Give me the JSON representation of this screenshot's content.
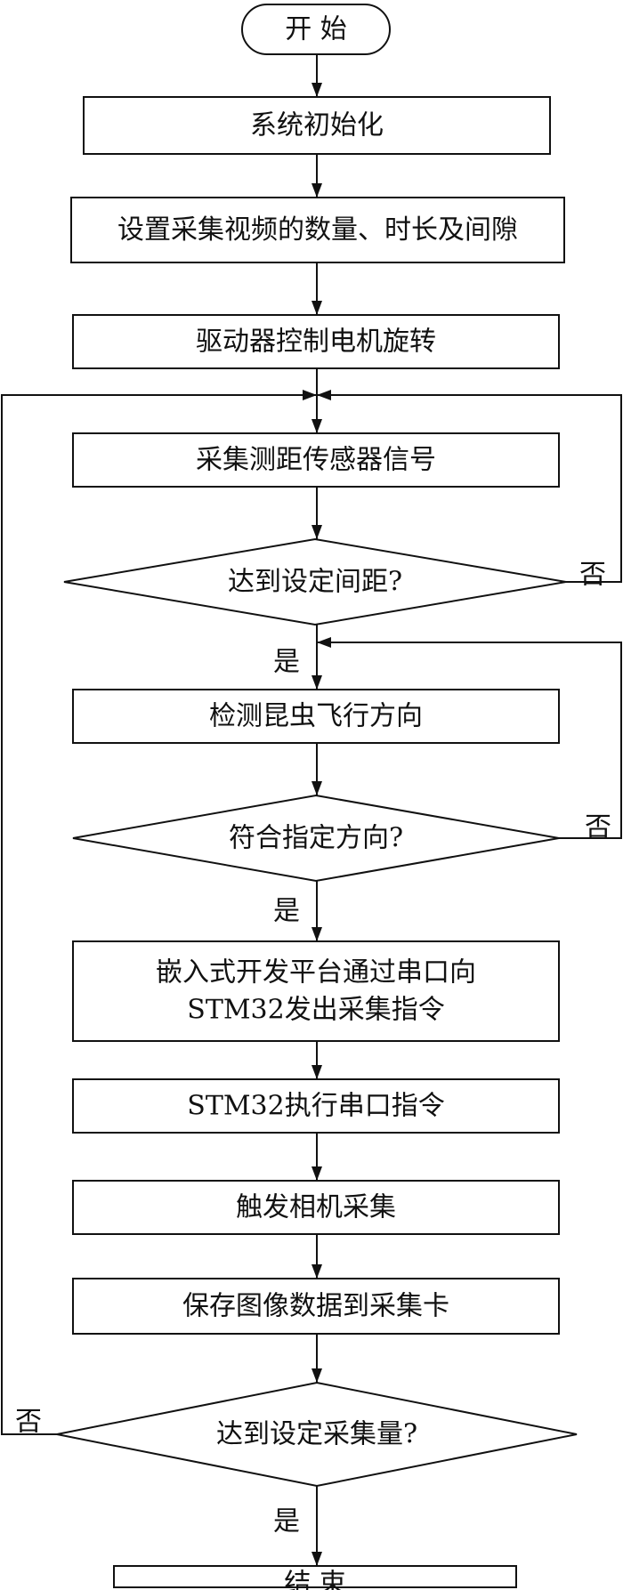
{
  "diagram": {
    "nodes": [
      {
        "id": "start",
        "type": "terminal",
        "lines": [
          "开 始"
        ]
      },
      {
        "id": "init",
        "type": "process",
        "lines": [
          "系统初始化"
        ]
      },
      {
        "id": "settings",
        "type": "process",
        "lines": [
          "设置采集视频的数量、时长及间隙"
        ]
      },
      {
        "id": "motor",
        "type": "process",
        "lines": [
          "驱动器控制电机旋转"
        ]
      },
      {
        "id": "sensor",
        "type": "process",
        "lines": [
          "采集测距传感器信号"
        ]
      },
      {
        "id": "check-distance",
        "type": "decision",
        "lines": [
          "达到设定间距?"
        ]
      },
      {
        "id": "detect",
        "type": "process",
        "lines": [
          "检测昆虫飞行方向"
        ]
      },
      {
        "id": "check-direction",
        "type": "decision",
        "lines": [
          "符合指定方向?"
        ]
      },
      {
        "id": "send",
        "type": "process",
        "lines": [
          "嵌入式开发平台通过串口向",
          "STM32发出采集指令"
        ]
      },
      {
        "id": "execute",
        "type": "process",
        "lines": [
          "STM32执行串口指令"
        ]
      },
      {
        "id": "trigger",
        "type": "process",
        "lines": [
          "触发相机采集"
        ]
      },
      {
        "id": "save",
        "type": "process",
        "lines": [
          "保存图像数据到采集卡"
        ]
      },
      {
        "id": "check-count",
        "type": "decision",
        "lines": [
          "达到设定采集量?"
        ]
      },
      {
        "id": "end",
        "type": "terminal",
        "lines": [
          "结 束"
        ]
      }
    ],
    "edges": [
      {
        "id": "e1",
        "from": "start",
        "to": "init",
        "label": ""
      },
      {
        "id": "e2",
        "from": "init",
        "to": "settings",
        "label": ""
      },
      {
        "id": "e3",
        "from": "settings",
        "to": "motor",
        "label": ""
      },
      {
        "id": "e4",
        "from": "motor",
        "to": "sensor",
        "label": ""
      },
      {
        "id": "e5",
        "from": "sensor",
        "to": "check-distance",
        "label": ""
      },
      {
        "id": "e6",
        "from": "check-distance",
        "to": "detect",
        "label": "是"
      },
      {
        "id": "e7",
        "from": "check-distance",
        "to": "sensor",
        "label": "否"
      },
      {
        "id": "e8",
        "from": "detect",
        "to": "check-direction",
        "label": ""
      },
      {
        "id": "e9",
        "from": "check-direction",
        "to": "send",
        "label": "是"
      },
      {
        "id": "e10",
        "from": "check-direction",
        "to": "detect",
        "label": "否"
      },
      {
        "id": "e11",
        "from": "send",
        "to": "execute",
        "label": ""
      },
      {
        "id": "e12",
        "from": "execute",
        "to": "trigger",
        "label": ""
      },
      {
        "id": "e13",
        "from": "trigger",
        "to": "save",
        "label": ""
      },
      {
        "id": "e14",
        "from": "save",
        "to": "check-count",
        "label": ""
      },
      {
        "id": "e15",
        "from": "check-count",
        "to": "end",
        "label": "是"
      },
      {
        "id": "e16",
        "from": "check-count",
        "to": "sensor",
        "label": "否"
      }
    ]
  }
}
